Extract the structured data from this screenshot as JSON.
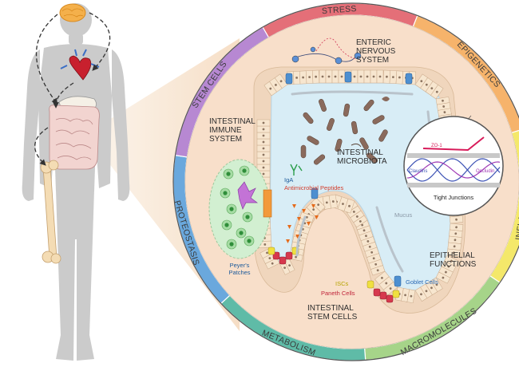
{
  "colors": {
    "stress": "#e46f78",
    "epigenetics": "#f6b36b",
    "inflammation": "#f4e86a",
    "macromolecules": "#a6d489",
    "metabolism": "#5fbba7",
    "proteostasis": "#6aa8dd",
    "stem_cells": "#b788d2",
    "lumen": "#d6ecf5",
    "background_inner": "#f7e0cc",
    "tissue": "#f1d9c0",
    "body": "#c9c9c9",
    "paneth": "#d6384d",
    "isc": "#f0e040",
    "goblet": "#4d8fd0",
    "peyers_patch": "#cdeccd",
    "claudins": "#3d53b5",
    "occludin": "#a03ab5",
    "zo1": "#d81b5a"
  },
  "ring_segments": [
    {
      "label": "STRESS",
      "color": "#e46f78"
    },
    {
      "label": "EPIGENETICS",
      "color": "#f6b36b"
    },
    {
      "label": "INFLAMMATION",
      "color": "#f4e86a"
    },
    {
      "label": "MACROMOLECULES",
      "color": "#a6d489"
    },
    {
      "label": "METABOLISM",
      "color": "#5fbba7"
    },
    {
      "label": "PROTEOSTASIS",
      "color": "#6aa8dd"
    },
    {
      "label": "STEM CELLS",
      "color": "#b788d2"
    }
  ],
  "labels": {
    "enteric_line1": "ENTERIC",
    "enteric_line2": "NERVOUS",
    "enteric_line3": "SYSTEM",
    "immune_line1": "INTESTINAL",
    "immune_line2": "IMMUNE",
    "immune_line3": "SYSTEM",
    "microbiota_line1": "INTESTINAL",
    "microbiota_line2": "MICROBIOTA",
    "iga": "IgA",
    "antimicrobial": "Antimicrobial Peptides",
    "peyers_line1": "Peyer's",
    "peyers_line2": "Patches",
    "mucus": "Mucus",
    "epithelial_line1": "EPITHELIAL",
    "epithelial_line2": "FUNCTIONS",
    "goblet": "Goblet Cells",
    "iscs": "ISCs",
    "paneth": "Paneth Cells",
    "stem_line1": "INTESTINAL",
    "stem_line2": "STEM CELLS",
    "zo1": "ZO-1",
    "claudins": "Claudins",
    "occludin": "Occludin",
    "tight_junctions": "Tight Junctions"
  }
}
